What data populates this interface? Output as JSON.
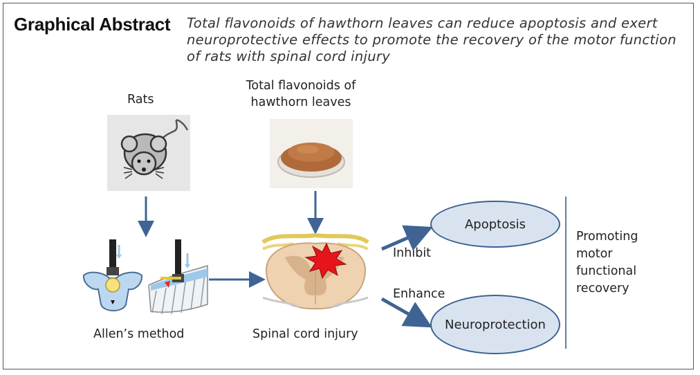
{
  "heading": "Graphical Abstract",
  "subtitle": "Total flavonoids of hawthorn leaves can reduce apoptosis and exert neuroprotective effects to promote the recovery of the motor function of rats with spinal cord injury",
  "nodes": {
    "rats": "Rats",
    "tfhl_line1": "Total flavonoids of",
    "tfhl_line2": "hawthorn leaves",
    "allen": "Allen’s method",
    "sci": "Spinal cord injury",
    "apoptosis": "Apoptosis",
    "neuroprotection": "Neuroprotection"
  },
  "edges": {
    "inhibit": "Inhibit",
    "enhance": "Enhance"
  },
  "outcome": [
    "Promoting",
    "motor",
    "functional",
    "recovery"
  ],
  "colors": {
    "arrow": "#3f6494",
    "ellipse_fill": "#d9e3f0",
    "ellipse_border": "#3a6190",
    "powder": "#b06a3a",
    "injury": "#e8141c"
  },
  "icons": [
    "mouse-icon",
    "powder-dish-icon",
    "vertebra-impactor-icon",
    "spine-impactor-icon",
    "spinal-cord-section-icon",
    "injury-burst-icon"
  ]
}
